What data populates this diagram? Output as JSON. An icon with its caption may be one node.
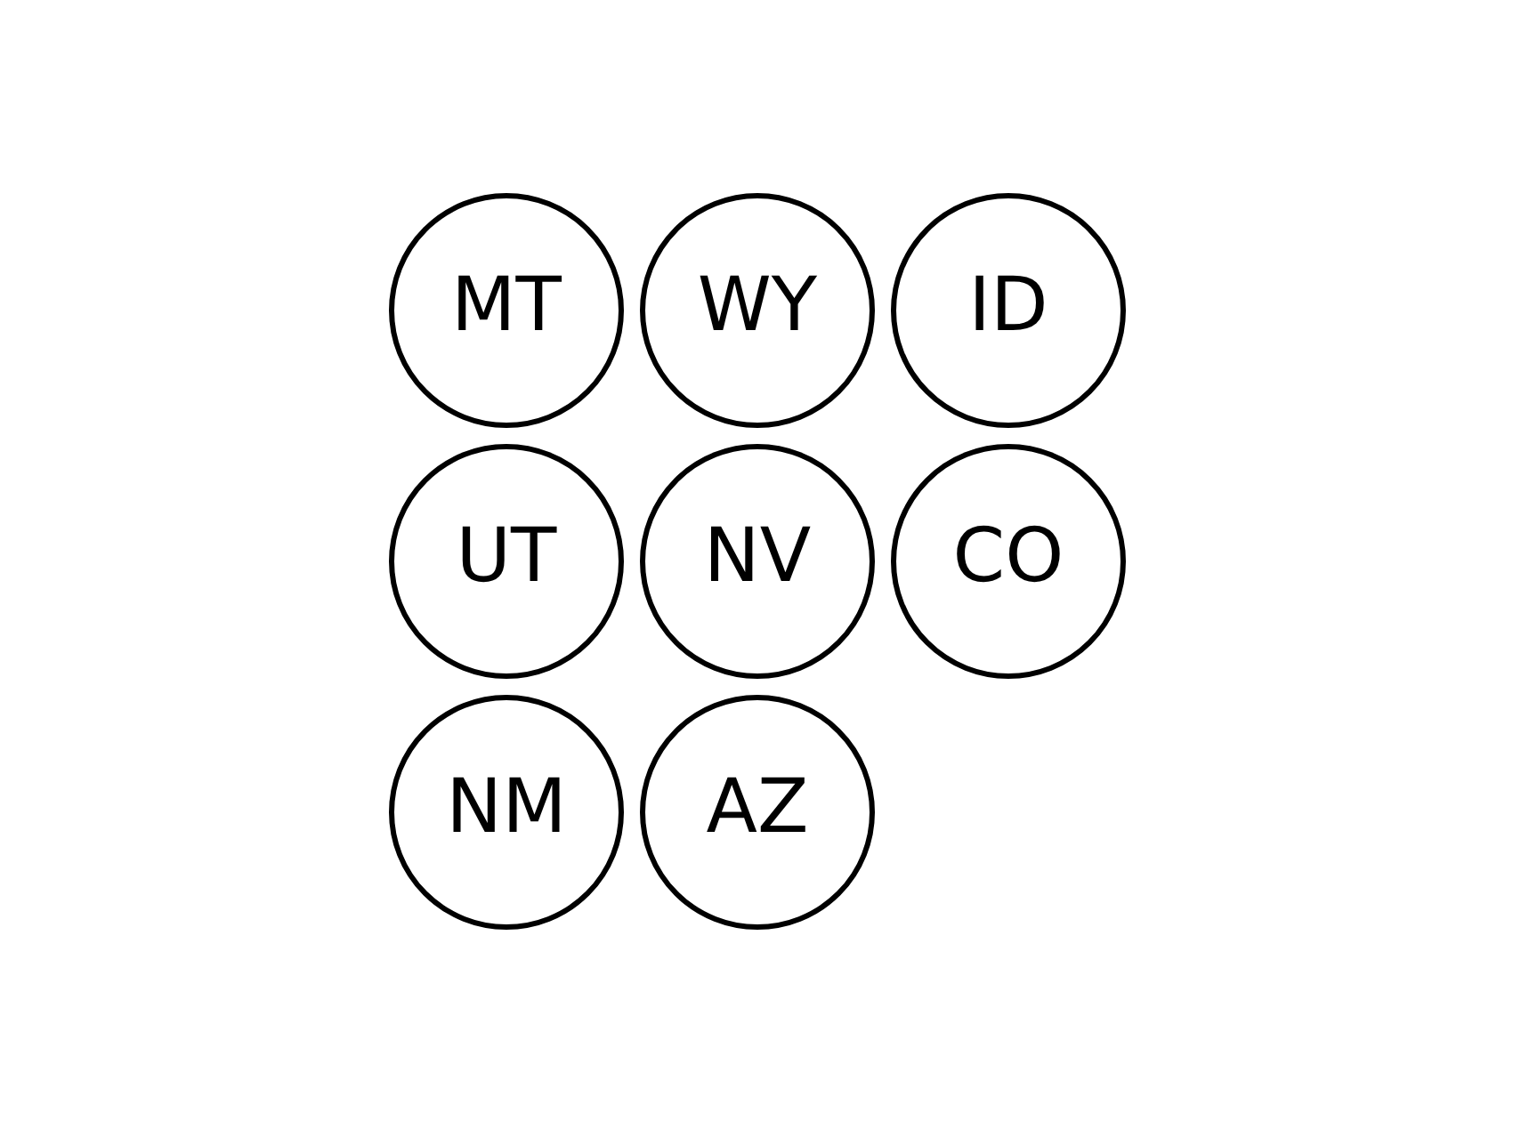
{
  "diagram": {
    "nodes": [
      {
        "text": [
          "MT"
        ]
      },
      {
        "text": [
          "WY"
        ]
      },
      {
        "text": [
          "ID"
        ]
      },
      {
        "text": [
          "UT"
        ]
      },
      {
        "text": [
          "NV"
        ]
      },
      {
        "text": [
          "CO"
        ]
      },
      {
        "text": [
          "NM"
        ]
      },
      {
        "text": [
          "AZ"
        ]
      }
    ],
    "edges": []
  }
}
